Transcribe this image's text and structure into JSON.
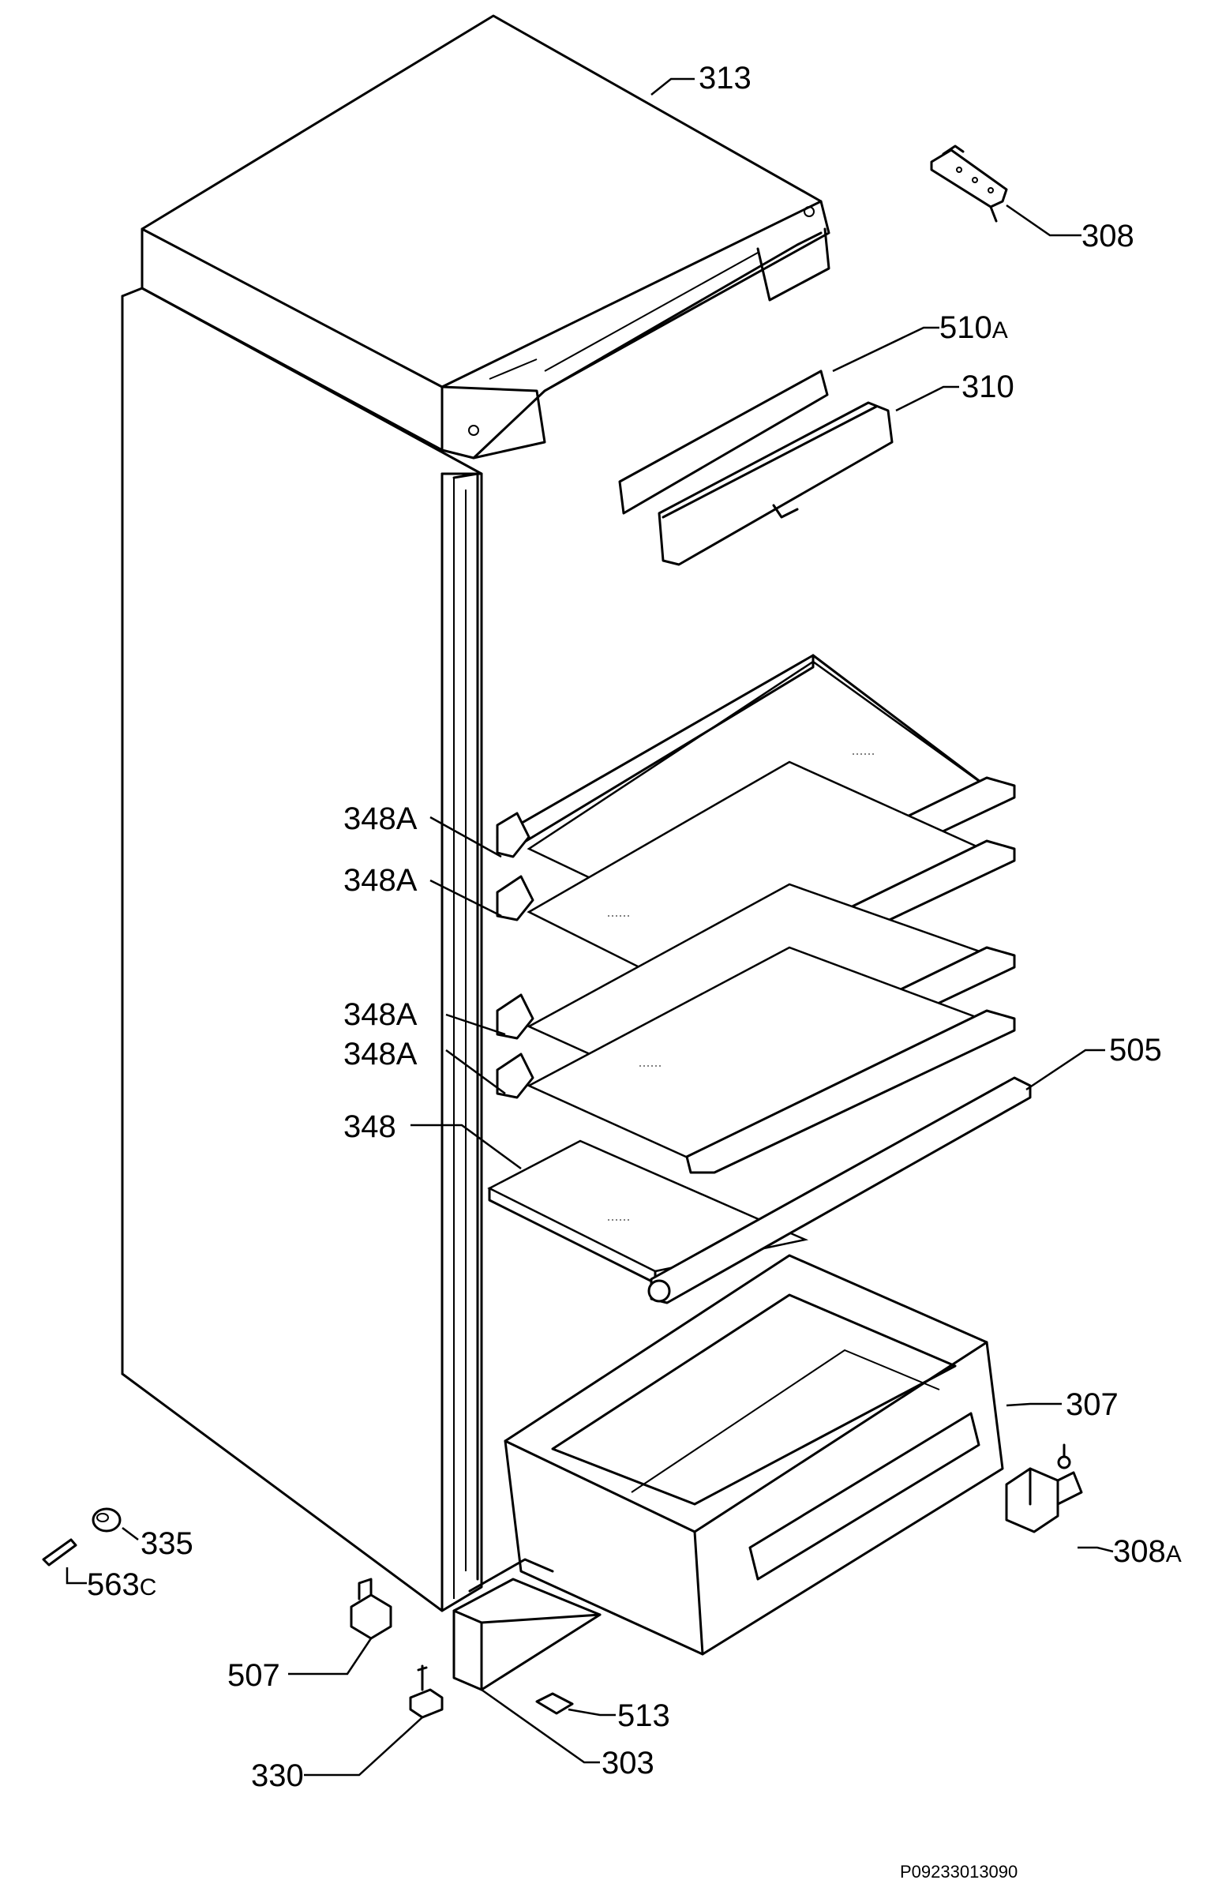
{
  "labels": [
    {
      "id": "313",
      "num": "313",
      "suffix": ""
    },
    {
      "id": "308",
      "num": "308",
      "suffix": ""
    },
    {
      "id": "510A",
      "num": "510",
      "suffix": "A"
    },
    {
      "id": "310",
      "num": "310",
      "suffix": ""
    },
    {
      "id": "348A_1",
      "num": "348A",
      "suffix": ""
    },
    {
      "id": "348A_2",
      "num": "348A",
      "suffix": ""
    },
    {
      "id": "348A_3",
      "num": "348A",
      "suffix": ""
    },
    {
      "id": "348A_4",
      "num": "348A",
      "suffix": ""
    },
    {
      "id": "348",
      "num": "348",
      "suffix": ""
    },
    {
      "id": "505",
      "num": "505",
      "suffix": ""
    },
    {
      "id": "307",
      "num": "307",
      "suffix": ""
    },
    {
      "id": "335",
      "num": "335",
      "suffix": ""
    },
    {
      "id": "563C",
      "num": "563",
      "suffix": "C"
    },
    {
      "id": "308A",
      "num": "308",
      "suffix": "A"
    },
    {
      "id": "507",
      "num": "507",
      "suffix": ""
    },
    {
      "id": "513",
      "num": "513",
      "suffix": ""
    },
    {
      "id": "330",
      "num": "330",
      "suffix": ""
    },
    {
      "id": "303",
      "num": "303",
      "suffix": ""
    }
  ],
  "reference_code": "P09233013090"
}
